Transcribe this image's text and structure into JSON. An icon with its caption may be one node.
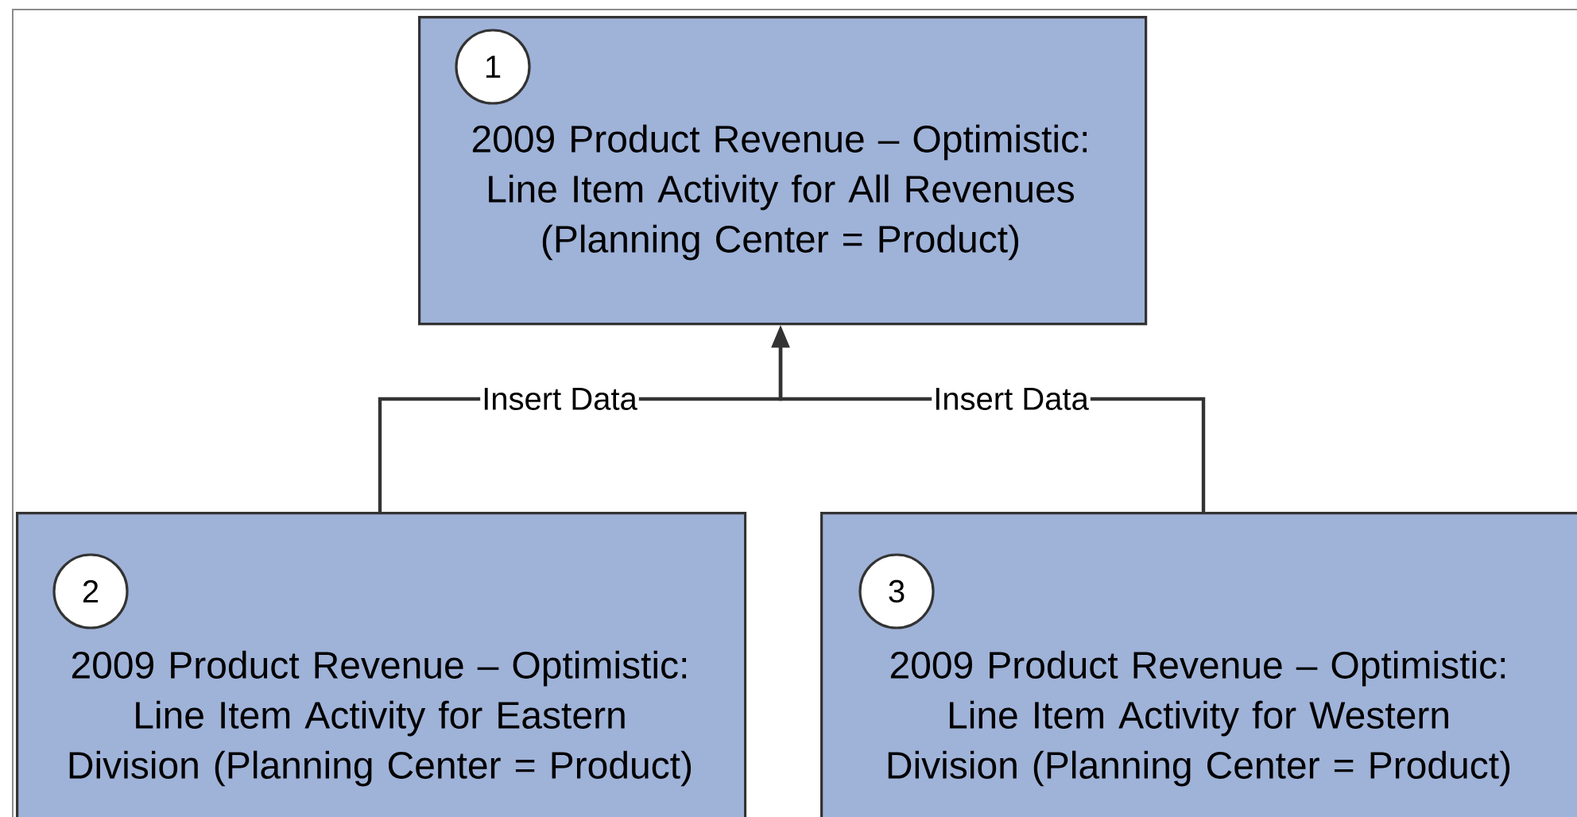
{
  "diagram": {
    "nodes": [
      {
        "text": [
          "2009 Product Revenue – Optimistic: Line Item Activity for All Revenues (Planning Center = Product)"
        ]
      },
      {
        "text": [
          "1"
        ],
        "in": 0
      },
      {
        "text": [
          "2009 Product Revenue – Optimistic: Line Item Activity for Eastern Division (Planning Center = Product)"
        ]
      },
      {
        "text": [
          "2"
        ],
        "in": 2
      },
      {
        "text": [
          "2009 Product Revenue – Optimistic: Line Item Activity for Western Division (Planning Center = Product)"
        ]
      },
      {
        "text": [
          "3"
        ],
        "in": 4
      }
    ],
    "edges": [
      {
        "from": 2,
        "to": 0,
        "arrow": "to",
        "label": "Insert Data"
      },
      {
        "from": 4,
        "to": 0,
        "arrow": "to",
        "label": "Insert Data"
      }
    ]
  }
}
